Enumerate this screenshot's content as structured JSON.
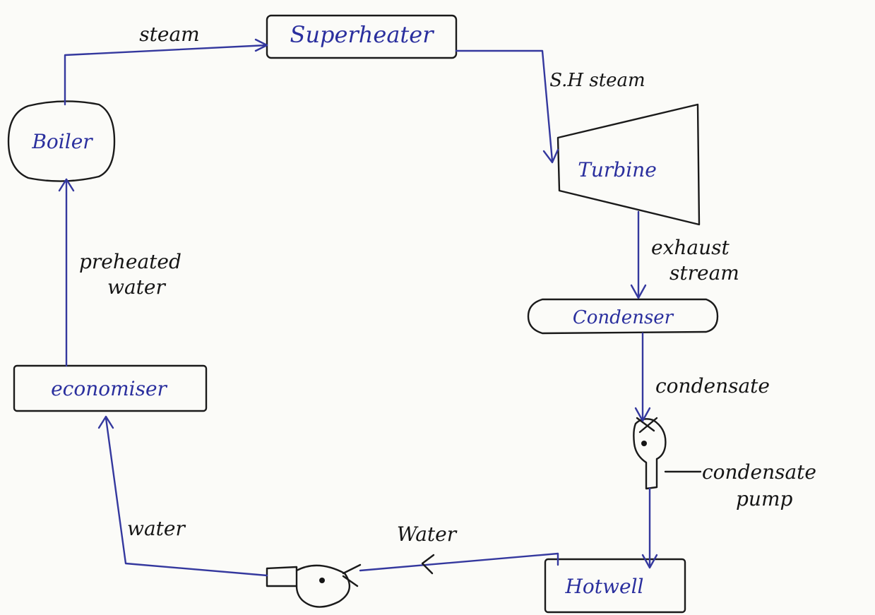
{
  "nodes": {
    "superheater": "Superheater",
    "boiler": "Boiler",
    "turbine": "Turbine",
    "condenser": "Condenser",
    "economiser": "economiser",
    "hotwell": "Hotwell"
  },
  "edges": {
    "steam": "steam",
    "sh_steam": "S.H steam",
    "exhaust_line1": "exhaust",
    "exhaust_line2": "stream",
    "condensate": "condensate",
    "pump_line1": "condensate",
    "pump_line2": "pump",
    "water": "Water",
    "water2": "water",
    "preheated_line1": "preheated",
    "preheated_line2": "water"
  },
  "colors": {
    "node_text": "#2a2f9e",
    "edge_text": "#151515",
    "line_blue": "#34389e",
    "line_black": "#1a1a1a"
  }
}
